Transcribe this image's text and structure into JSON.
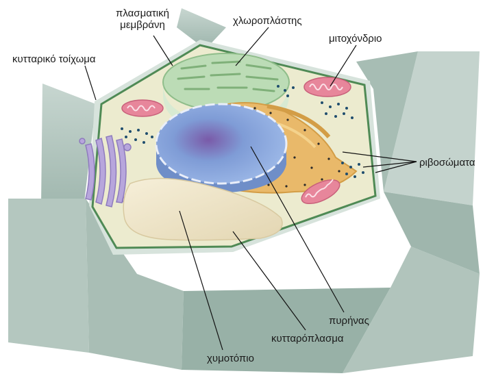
{
  "labels": {
    "plasma_membrane_line1": "πλασματική",
    "plasma_membrane_line2": "μεμβράνη",
    "cell_wall": "κυτταρικό τοίχωμα",
    "chloroplast": "χλωροπλάστης",
    "mitochondrion": "μιτοχόνδριο",
    "ribosomes": "ριβοσώματα",
    "nucleus": "πυρήνας",
    "cytoplasm": "κυτταρόπλασμα",
    "vacuole": "χυμοτόπιο"
  },
  "colors": {
    "cell_wall": "#b9cbc4",
    "cell_wall_dark": "#8ea9a0",
    "cytoplasm": "#ecebcf",
    "membrane": "#4f8a55",
    "nucleus": "#7f9cd6",
    "nucleolus": "#7a5aa8",
    "er": "#e9b96a",
    "chloroplast": "#bcdcb6",
    "mitochondrion": "#e7869b",
    "golgi": "#b7a6dc",
    "vacuole": "#efe4c8",
    "ribosome": "#1f4d6e"
  }
}
